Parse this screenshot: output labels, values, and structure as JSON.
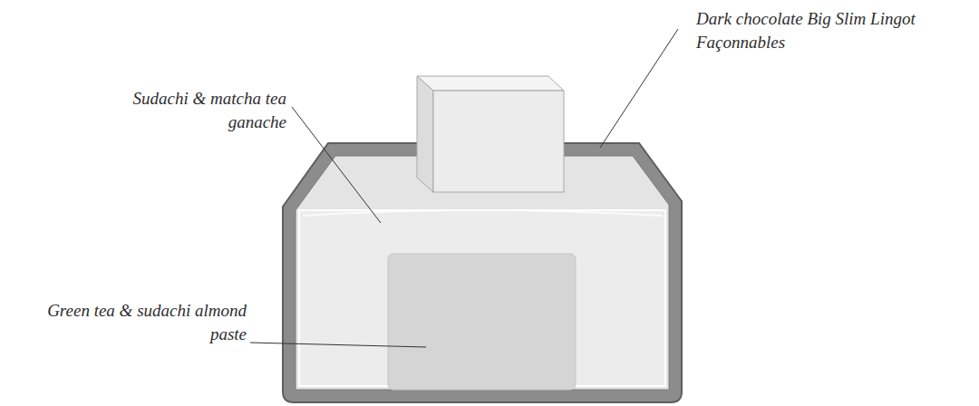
{
  "diagram": {
    "labels": [
      "Dark chocolate Big Slim Lingot Façonnables",
      "Sudachi & matcha tea ganache",
      "Green tea & sudachi almond paste"
    ]
  }
}
